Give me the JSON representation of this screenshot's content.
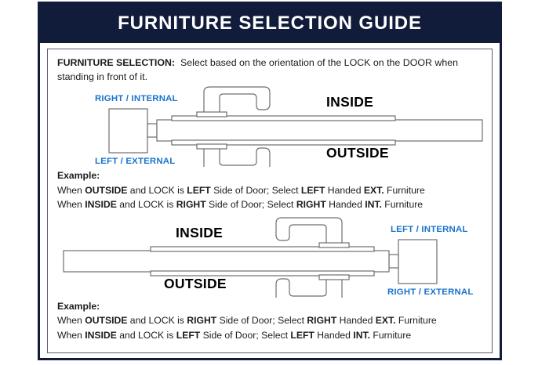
{
  "header": {
    "title": "FURNITURE SELECTION GUIDE",
    "bg_color": "#111b3a",
    "text_color": "#ffffff"
  },
  "intro": {
    "label": "FURNITURE SELECTION:",
    "text": "Select based on the orientation of the LOCK on the DOOR when standing in front of it."
  },
  "colors": {
    "navy": "#111b3a",
    "label_blue": "#1a73cc",
    "line_gray": "#6e6e6e",
    "text_black": "#1c1c1c"
  },
  "diagram_top": {
    "name": "lock-left-hinge-diagram",
    "lock_position": "left",
    "label_top_blue": "RIGHT / INTERNAL",
    "label_bottom_blue": "LEFT / EXTERNAL",
    "label_top_black": "INSIDE",
    "label_bottom_black": "OUTSIDE"
  },
  "example_top": {
    "title": "Example:",
    "lines": [
      {
        "a": "When ",
        "b1": "OUTSIDE",
        "c": " and LOCK is ",
        "b2": "LEFT",
        "d": " Side of Door;   Select ",
        "b3": "LEFT",
        "e": " Handed ",
        "b4": "EXT.",
        "f": " Furniture"
      },
      {
        "a": "When ",
        "b1": "INSIDE",
        "c": " and LOCK is ",
        "b2": "RIGHT",
        "d": " Side of Door;  Select ",
        "b3": "RIGHT",
        "e": " Handed ",
        "b4": "INT.",
        "f": " Furniture"
      }
    ]
  },
  "diagram_bottom": {
    "name": "lock-right-hinge-diagram",
    "lock_position": "right",
    "label_top_blue": "LEFT / INTERNAL",
    "label_bottom_blue": "RIGHT / EXTERNAL",
    "label_top_black": "INSIDE",
    "label_bottom_black": "OUTSIDE"
  },
  "example_bottom": {
    "title": "Example:",
    "lines": [
      {
        "a": "When ",
        "b1": "OUTSIDE",
        "c": " and LOCK is ",
        "b2": "RIGHT",
        "d": " Side of Door;   Select ",
        "b3": "RIGHT",
        "e": " Handed ",
        "b4": "EXT.",
        "f": " Furniture"
      },
      {
        "a": "When ",
        "b1": "INSIDE",
        "c": " and LOCK is ",
        "b2": "LEFT",
        "d": " Side of Door;  Select ",
        "b3": "LEFT",
        "e": " Handed ",
        "b4": "INT.",
        "f": " Furniture"
      }
    ]
  }
}
